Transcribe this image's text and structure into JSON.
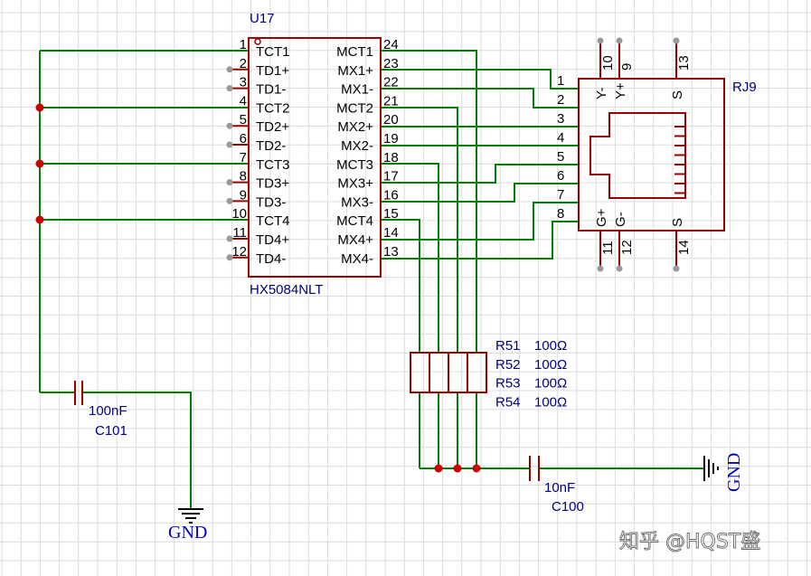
{
  "colors": {
    "grid": "#dcdcdc",
    "wire": "#008000",
    "part": "#990000",
    "refdes": "#000080",
    "pin_text": "#000000",
    "pin_dot": "#999999",
    "junction": "#cc0000",
    "gnd_text": "#0000cc",
    "watermark": "#ffffff"
  },
  "u17": {
    "ref": "U17",
    "value": "HX5084NLT",
    "left_pins": [
      {
        "num": "1",
        "name": "TCT1"
      },
      {
        "num": "2",
        "name": "TD1+"
      },
      {
        "num": "3",
        "name": "TD1-"
      },
      {
        "num": "4",
        "name": "TCT2"
      },
      {
        "num": "5",
        "name": "TD2+"
      },
      {
        "num": "6",
        "name": "TD2-"
      },
      {
        "num": "7",
        "name": "TCT3"
      },
      {
        "num": "8",
        "name": "TD3+"
      },
      {
        "num": "9",
        "name": "TD3-"
      },
      {
        "num": "10",
        "name": "TCT4"
      },
      {
        "num": "11",
        "name": "TD4+"
      },
      {
        "num": "12",
        "name": "TD4-"
      }
    ],
    "right_pins": [
      {
        "num": "24",
        "name": "MCT1"
      },
      {
        "num": "23",
        "name": "MX1+"
      },
      {
        "num": "22",
        "name": "MX1-"
      },
      {
        "num": "21",
        "name": "MCT2"
      },
      {
        "num": "20",
        "name": "MX2+"
      },
      {
        "num": "19",
        "name": "MX2-"
      },
      {
        "num": "18",
        "name": "MCT3"
      },
      {
        "num": "17",
        "name": "MX3+"
      },
      {
        "num": "16",
        "name": "MX3-"
      },
      {
        "num": "15",
        "name": "MCT4"
      },
      {
        "num": "14",
        "name": "MX4+"
      },
      {
        "num": "13",
        "name": "MX4-"
      }
    ]
  },
  "rj9": {
    "ref": "RJ9",
    "left_pins": [
      "1",
      "2",
      "3",
      "4",
      "5",
      "6",
      "7",
      "8"
    ],
    "top_pins": [
      {
        "num": "10",
        "name": "Y-"
      },
      {
        "num": "9",
        "name": "Y+"
      },
      {
        "num": "13",
        "name": "S"
      }
    ],
    "bottom_pins": [
      {
        "num": "11",
        "name": "G+"
      },
      {
        "num": "12",
        "name": "G-"
      },
      {
        "num": "14",
        "name": "S"
      }
    ]
  },
  "resistors": [
    {
      "ref": "R51",
      "value": "100Ω"
    },
    {
      "ref": "R52",
      "value": "100Ω"
    },
    {
      "ref": "R53",
      "value": "100Ω"
    },
    {
      "ref": "R54",
      "value": "100Ω"
    }
  ],
  "c101": {
    "ref": "C101",
    "value": "100nF"
  },
  "c100": {
    "ref": "C100",
    "value": "10nF"
  },
  "gnd_label": "GND",
  "watermark": "知乎 @HQST盛"
}
